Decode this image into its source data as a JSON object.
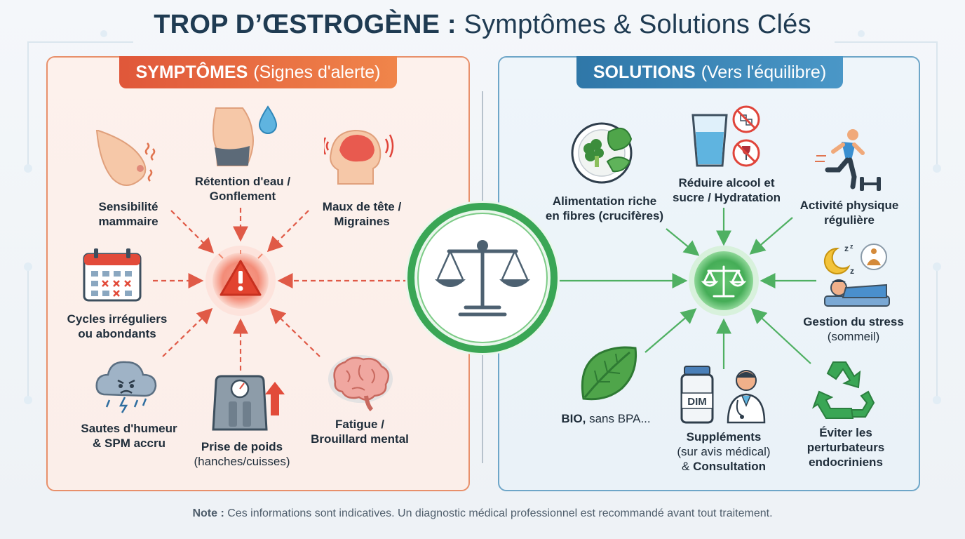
{
  "title": {
    "bold": "TROP D’ŒSTROGÈNE :",
    "rest": "Symptômes & Solutions Clés"
  },
  "symptoms": {
    "heading_bold": "SYMPTÔMES",
    "heading_light": "(Signes d'alerte)",
    "items": {
      "breast": [
        "Sensibilité",
        "mammaire"
      ],
      "water": [
        "Rétention d'eau /",
        "Gonflement"
      ],
      "headache": [
        "Maux de tête /",
        "Migraines"
      ],
      "cycles": [
        "Cycles irréguliers",
        "ou abondants"
      ],
      "mood": [
        "Sautes d'humeur",
        "& SPM accru"
      ],
      "weight": [
        "Prise de poids",
        "(hanches/cuisses)"
      ],
      "fatigue": [
        "Fatigue /",
        "Brouillard mental"
      ]
    }
  },
  "solutions": {
    "heading_bold": "SOLUTIONS",
    "heading_light": "(Vers l'équilibre)",
    "items": {
      "fiber": [
        "Alimentation riche",
        "en fibres (crucifères)"
      ],
      "alcohol": [
        "Réduire alcool et",
        "sucre / Hydratation"
      ],
      "activity": [
        "Activité physique",
        "régulière"
      ],
      "stress": [
        "Gestion du stress",
        "(sommeil)"
      ],
      "bio": [
        "BIO,",
        "sans BPA..."
      ],
      "supplements": [
        "Suppléments",
        "(sur avis médical)",
        "&",
        "Consultation"
      ],
      "disruptors": [
        "Éviter les",
        "perturbateurs",
        "endocriniens"
      ]
    },
    "supplement_jar_label": "DIM"
  },
  "note": {
    "label": "Note :",
    "text": "Ces informations sont indicatives. Un diagnostic médical professionnel est recommandé avant tout traitement."
  },
  "colors": {
    "symptom_accent": "#e0573a",
    "solution_accent": "#2f77a8",
    "balance_green": "#3aa655",
    "title": "#1f3b52"
  },
  "icons": {
    "center": "balance-scale-icon",
    "alert": "warning-triangle-icon",
    "equilibrium": "balance-icon"
  }
}
